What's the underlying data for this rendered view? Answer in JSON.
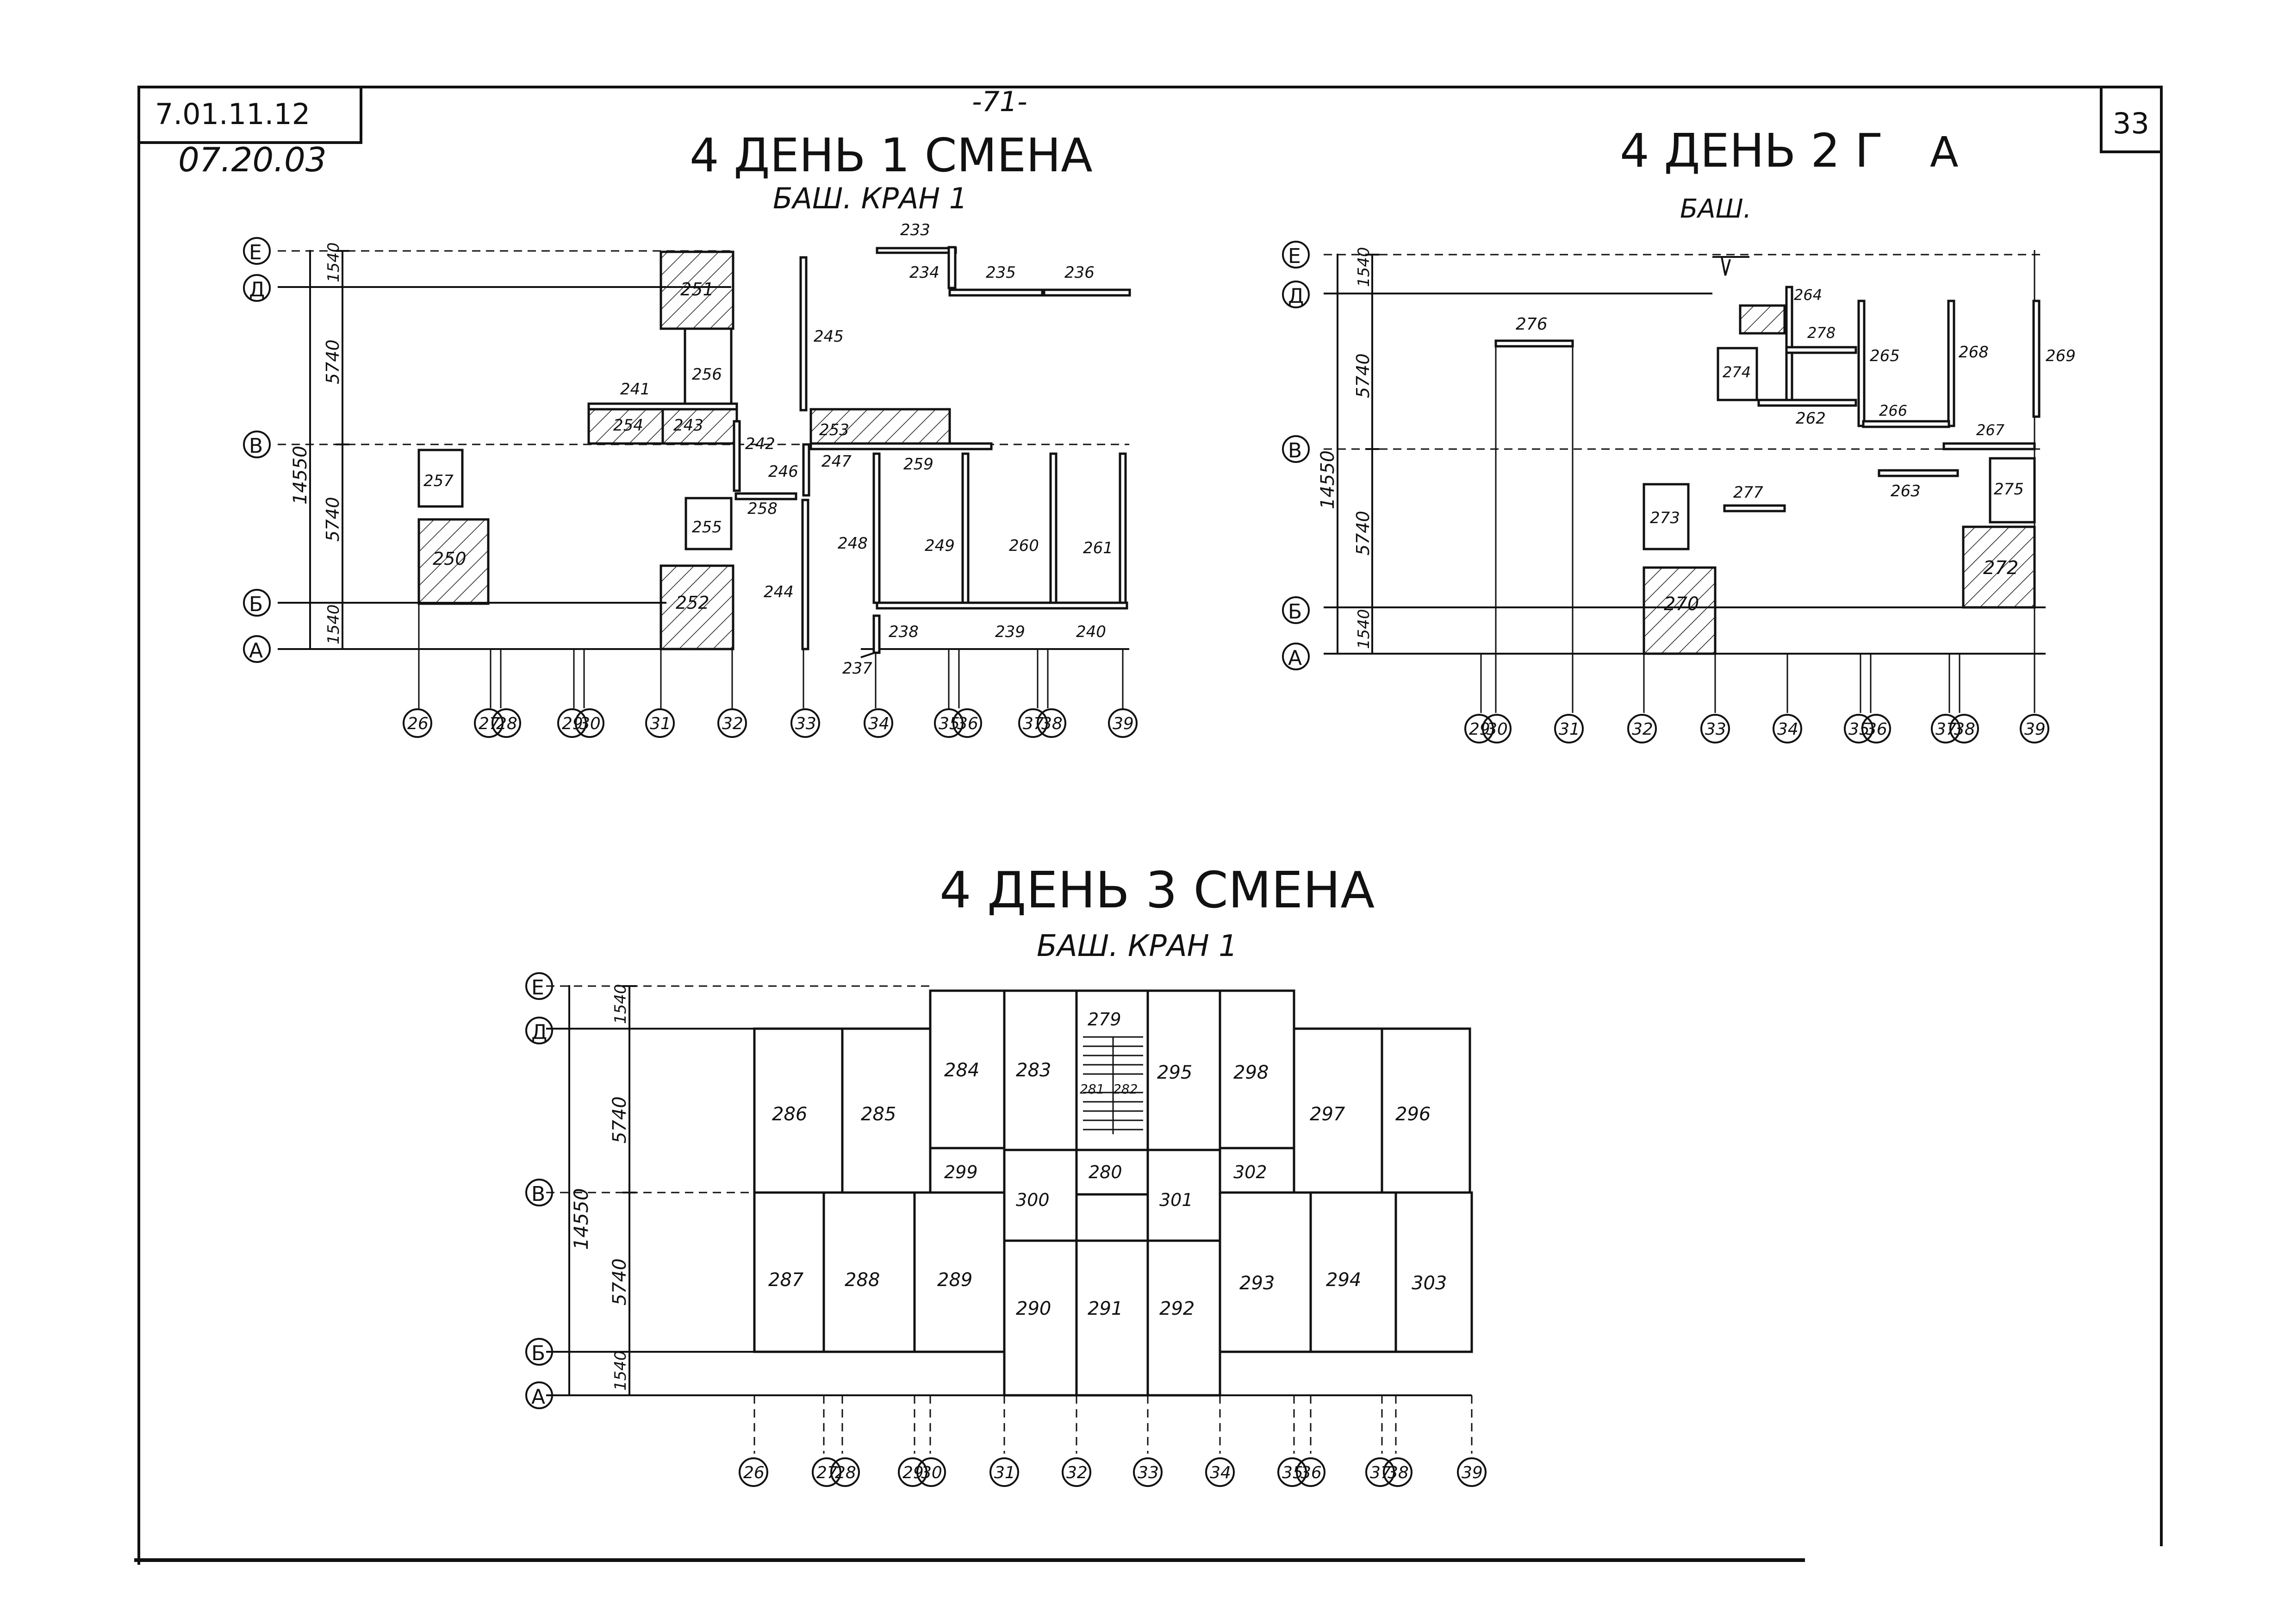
{
  "sheet": {
    "code": "7.01.11.12",
    "date": "07.20.03",
    "page_center": "-71-",
    "page_number": "33"
  },
  "plan1": {
    "title": "4 ДЕНЬ   1 СМЕНА",
    "subtitle": "БАШ.  КРАН 1",
    "axes_rows": [
      "Е",
      "Д",
      "В",
      "Б",
      "А"
    ],
    "dims": [
      "1540",
      "5740",
      "5740",
      "1540",
      "14550"
    ],
    "axes_cols": [
      "26",
      "27",
      "28",
      "29",
      "30",
      "31",
      "32",
      "33",
      "34",
      "35",
      "36",
      "37",
      "38",
      "39"
    ],
    "elements": [
      "233",
      "234",
      "235",
      "236",
      "245",
      "251",
      "256",
      "241",
      "254",
      "243",
      "242",
      "253",
      "246",
      "247",
      "259",
      "258",
      "257",
      "250",
      "255",
      "252",
      "244",
      "248",
      "249",
      "260",
      "261",
      "238",
      "239",
      "240",
      "237"
    ]
  },
  "plan2": {
    "title": "4 ДЕНЬ 2 Г",
    "title_tail": "А",
    "subtitle": "БАШ.",
    "axes_rows": [
      "Е",
      "Д",
      "В",
      "Б",
      "А"
    ],
    "dims": [
      "1540",
      "5740",
      "5740",
      "1540",
      "14550"
    ],
    "axes_cols": [
      "29",
      "30",
      "31",
      "32",
      "33",
      "34",
      "35",
      "36",
      "37",
      "38",
      "39"
    ],
    "elements": [
      "276",
      "264",
      "278",
      "265",
      "268",
      "269",
      "274",
      "262",
      "266",
      "267",
      "273",
      "277",
      "263",
      "275",
      "270",
      "272"
    ]
  },
  "plan3": {
    "title": "4 ДЕНЬ   3 СМЕНА",
    "subtitle": "БАШ.  КРАН 1",
    "axes_rows": [
      "Е",
      "Д",
      "В",
      "Б",
      "А"
    ],
    "dims": [
      "1540",
      "5740",
      "5740",
      "1540",
      "14550"
    ],
    "axes_cols": [
      "26",
      "27",
      "28",
      "29",
      "30",
      "31",
      "32",
      "33",
      "34",
      "35",
      "36",
      "37",
      "38",
      "39"
    ],
    "elements": [
      "279",
      "286",
      "285",
      "284",
      "283",
      "281",
      "282",
      "295",
      "298",
      "297",
      "296",
      "299",
      "280",
      "300",
      "301",
      "302",
      "287",
      "288",
      "289",
      "290",
      "291",
      "292",
      "293",
      "294",
      "303"
    ]
  }
}
